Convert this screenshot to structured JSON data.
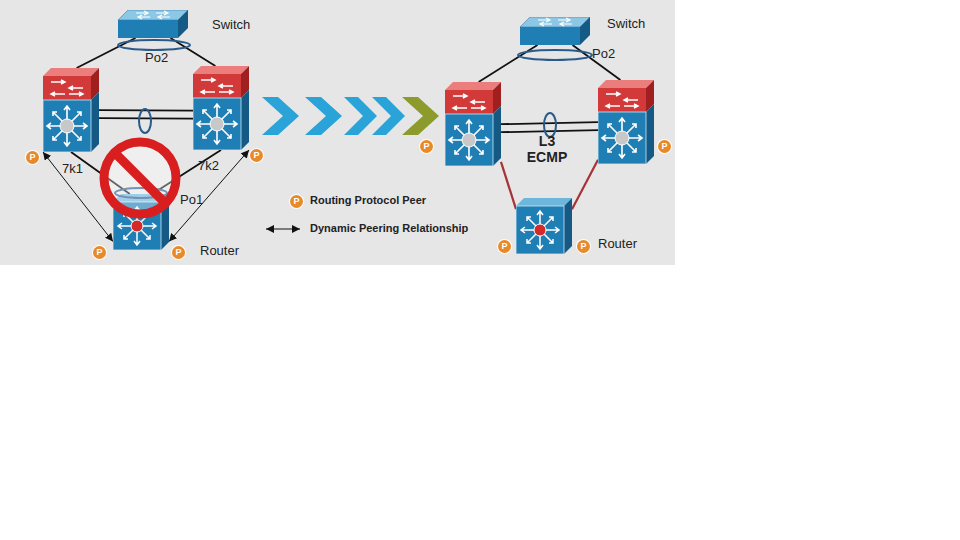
{
  "diagram": {
    "nodes": [
      {
        "text": [
          "Switch"
        ]
      },
      {
        "text": [
          "P",
          "7k1"
        ]
      },
      {
        "text": [
          "7k2",
          "P"
        ]
      },
      {
        "text": [
          "P",
          "P",
          "Router"
        ]
      },
      {
        "text": [
          "Switch"
        ]
      },
      {
        "text": [
          "P"
        ]
      },
      {
        "text": [
          "P"
        ]
      },
      {
        "text": [
          "P",
          "P",
          "Router"
        ]
      }
    ],
    "edges": [
      {
        "from": 0,
        "to": 1,
        "arrow": "none"
      },
      {
        "from": 0,
        "to": 2,
        "arrow": "none"
      },
      {
        "from": 1,
        "to": 2,
        "arrow": "none"
      },
      {
        "from": 1,
        "to": 3,
        "arrow": "none"
      },
      {
        "from": 2,
        "to": 3,
        "arrow": "none"
      },
      {
        "from": 1,
        "to": 3,
        "arrow": "both"
      },
      {
        "from": 2,
        "to": 3,
        "arrow": "both"
      },
      {
        "from": 4,
        "to": 5,
        "arrow": "none"
      },
      {
        "from": 4,
        "to": 6,
        "arrow": "none"
      },
      {
        "from": 5,
        "to": 6,
        "arrow": "none"
      },
      {
        "from": 5,
        "to": 7,
        "arrow": "none"
      },
      {
        "from": 6,
        "to": 7,
        "arrow": "none"
      }
    ],
    "labels": [
      "Po2",
      "Po1",
      "P",
      "Po2",
      "L3 ECMP"
    ],
    "legend": [
      {
        "text": "Routing Protocol Peer"
      },
      {
        "text": "Dynamic Peering Relationship"
      }
    ]
  }
}
